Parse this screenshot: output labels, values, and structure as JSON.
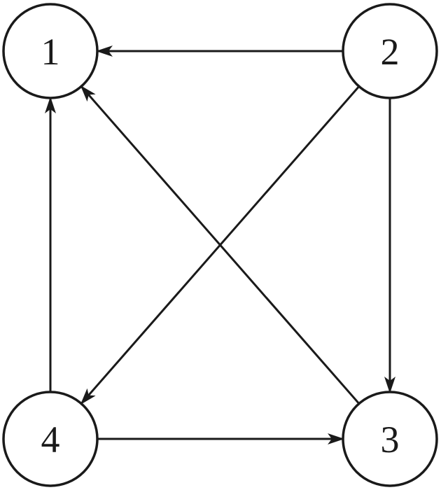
{
  "diagram": {
    "type": "directed-graph",
    "nodes": [
      {
        "id": "1",
        "label": "1"
      },
      {
        "id": "2",
        "label": "2"
      },
      {
        "id": "3",
        "label": "3"
      },
      {
        "id": "4",
        "label": "4"
      }
    ],
    "edges": [
      {
        "from": "2",
        "to": "1"
      },
      {
        "from": "2",
        "to": "3"
      },
      {
        "from": "2",
        "to": "4"
      },
      {
        "from": "3",
        "to": "1"
      },
      {
        "from": "4",
        "to": "1"
      },
      {
        "from": "4",
        "to": "3"
      }
    ],
    "colors": {
      "stroke": "#1a1a1a",
      "background": "#ffffff"
    }
  }
}
